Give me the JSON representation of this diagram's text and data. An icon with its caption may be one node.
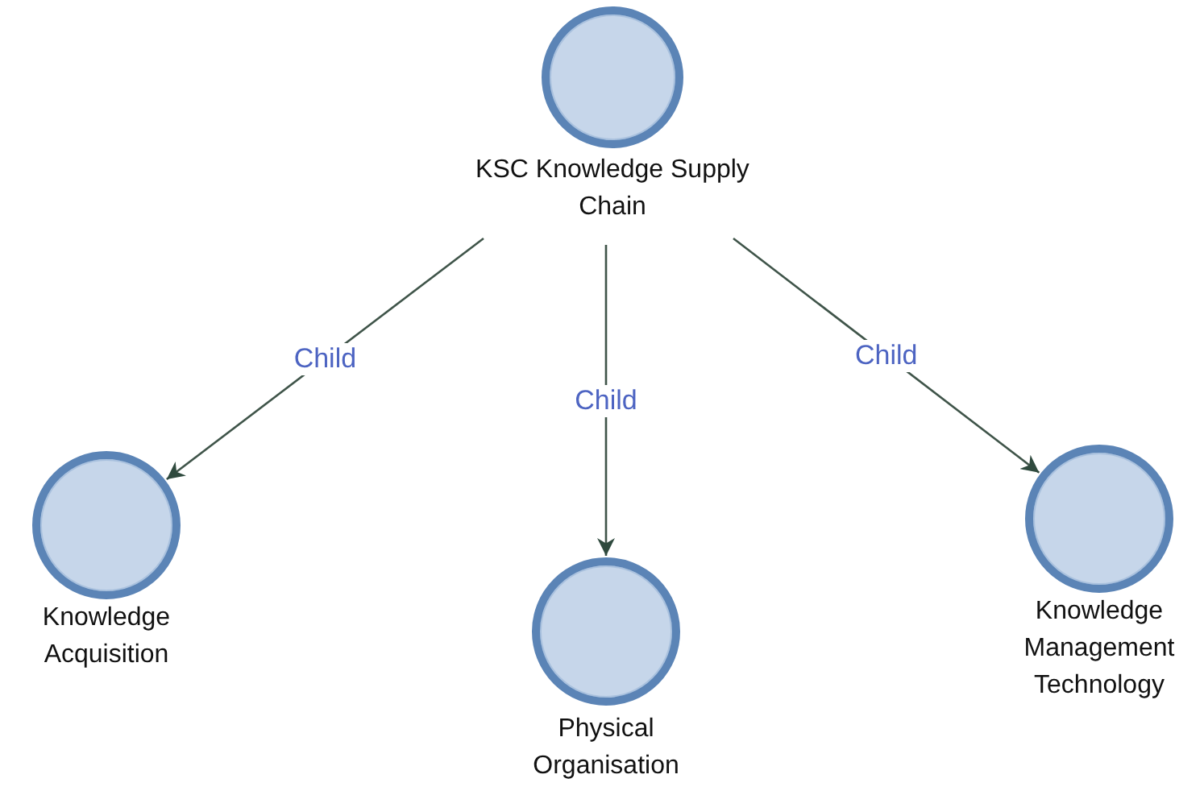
{
  "diagram": {
    "nodes": [
      {
        "text": [
          "KSC Knowledge Supply Chain"
        ]
      },
      {
        "text": [
          "Knowledge Acquisition"
        ]
      },
      {
        "text": [
          "Physical Organisation"
        ]
      },
      {
        "text": [
          "Knowledge Management Technology"
        ]
      }
    ],
    "edges": [
      {
        "from": 0,
        "to": 1,
        "arrow": "to",
        "label": "Child"
      },
      {
        "from": 0,
        "to": 2,
        "arrow": "to",
        "label": "Child"
      },
      {
        "from": 0,
        "to": 3,
        "arrow": "to",
        "label": "Child"
      }
    ]
  }
}
